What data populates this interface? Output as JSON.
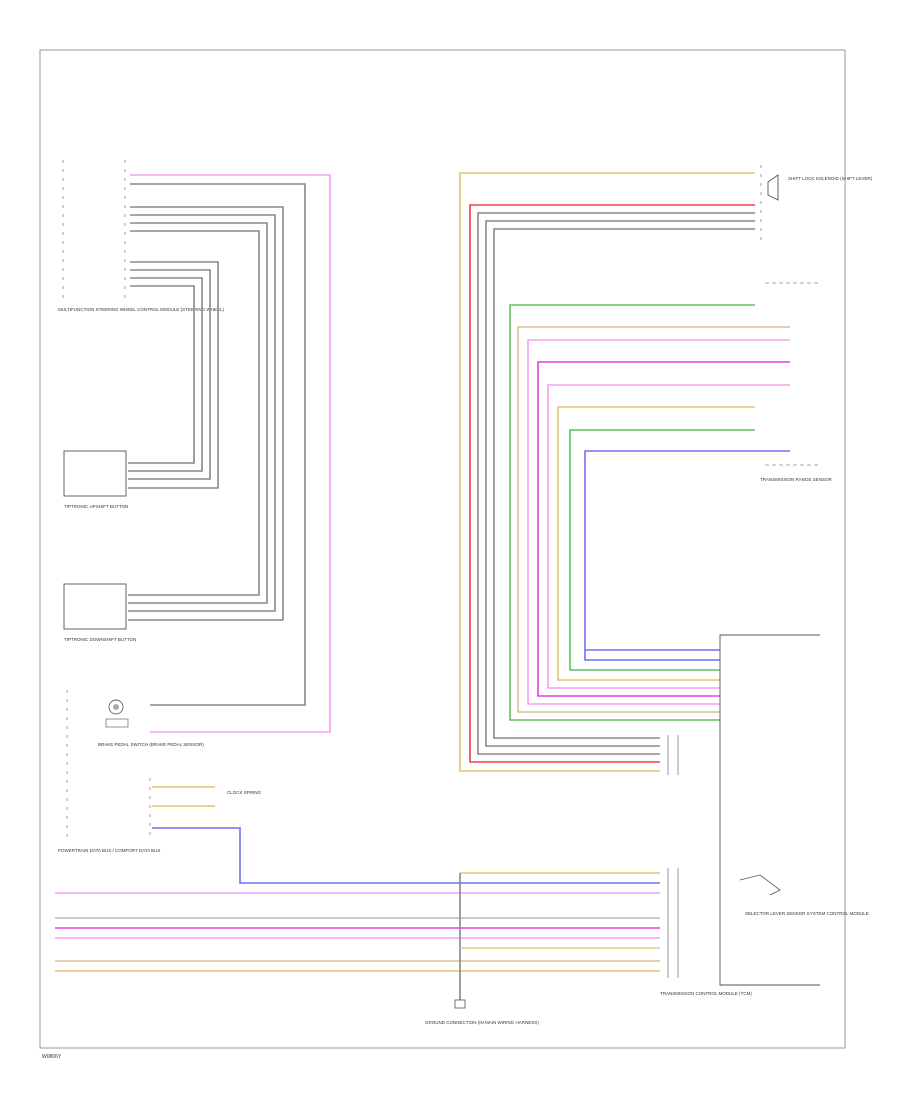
{
  "colors": {
    "pink": "#f0a0f0",
    "magenta": "#e040e0",
    "orange_tan": "#e8c070",
    "yellow": "#e0d080",
    "red": "#f04040",
    "green": "#60c060",
    "blue": "#7070f0",
    "gray": "#888888",
    "light_gray": "#bbbbbb",
    "tan": "#d8c090",
    "black": "#222222"
  },
  "components": {
    "multifunction_switch": {
      "caption": "MULTIFUNCTION STEERING WHEEL CONTROL MODULE (STEERING WHEEL)"
    },
    "upshift_button": {
      "caption": "TIPTRONIC UPSHIFT BUTTON"
    },
    "downshift_button": {
      "caption": "TIPTRONIC DOWNSHIFT BUTTON"
    },
    "brake_switch": {
      "caption": "BRAKE PEDAL SWITCH (BRAKE PEDAL SENSOR)"
    },
    "clock_spring": {
      "caption": "CLOCK SPRING"
    },
    "park_lock": {
      "caption": "SHIFT LOCK SOLENOID (SHIFT LEVER)"
    },
    "data_bus": {
      "caption": "POWERTRAIN DATA BUS / COMFORT DATA BUS"
    },
    "trans_range_sensor": {
      "caption": "TRANSMISSION RANGE SENSOR"
    },
    "tcm": {
      "caption": "SELECTOR LEVER SENSOR SYSTEM CONTROL MODULE"
    },
    "tcm_bottom": {
      "caption": "TRANSMISSION CONTROL MODULE (TCM)"
    },
    "ground": {
      "caption": "GROUND CONNECTION (IN MAIN WIRING HARNESS)"
    }
  },
  "footer": {
    "code": "W0806Y"
  }
}
